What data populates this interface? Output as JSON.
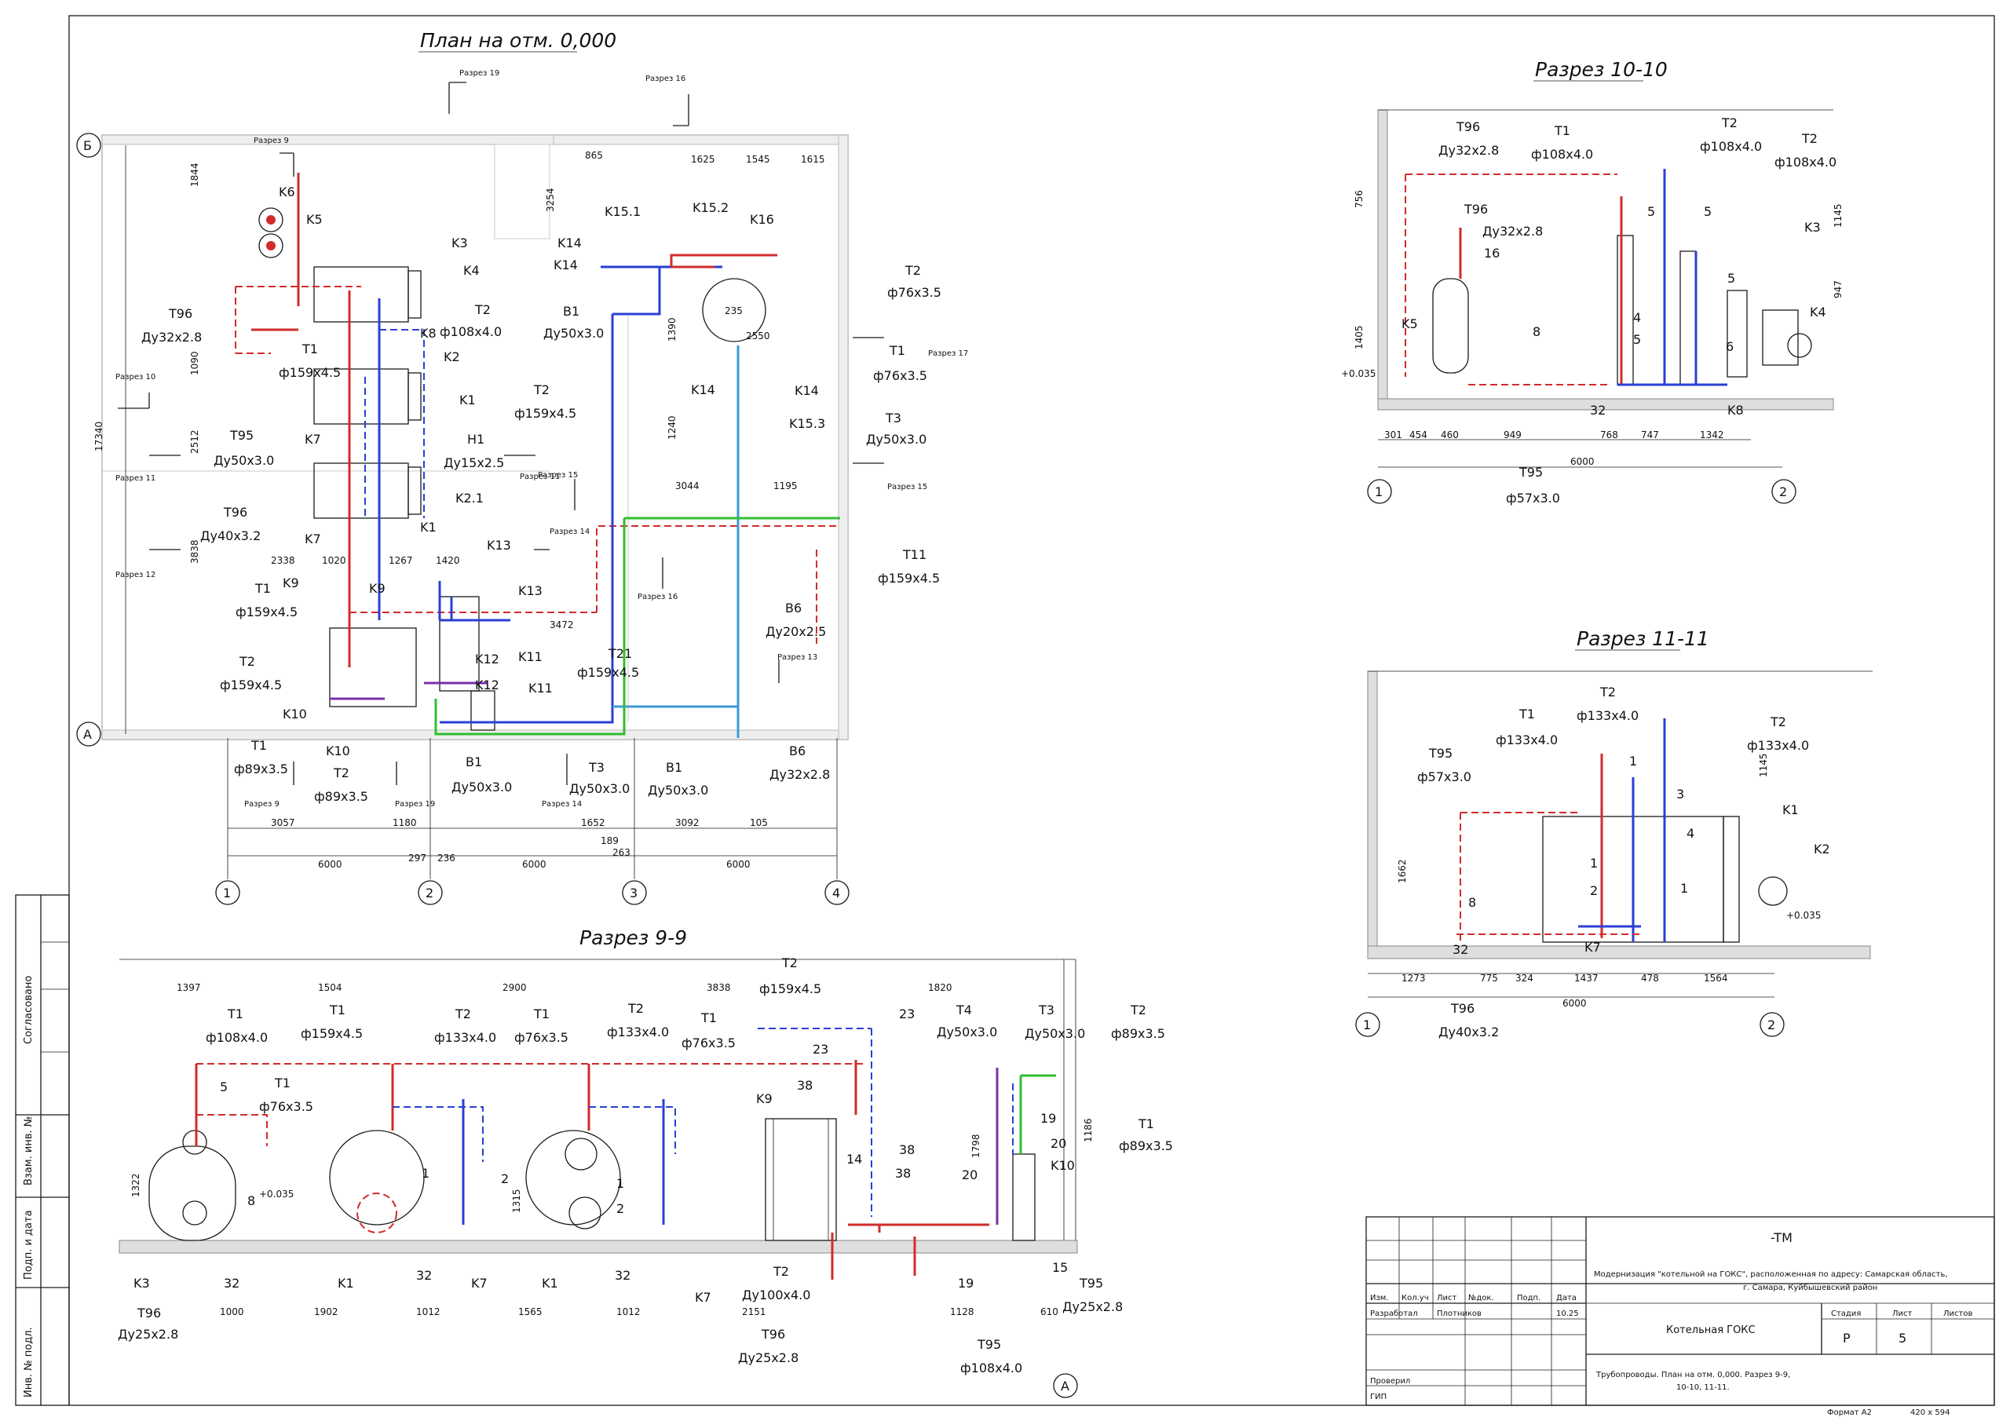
{
  "titles": {
    "plan": "План на отм. 0,000",
    "s1010": "Разрез 10-10",
    "s1111": "Разрез 11-11",
    "s99": "Разрез 9-9"
  },
  "section_marks": {
    "r19": "Разрез 19",
    "r16": "Разрез 16",
    "r9": "Разрез 9",
    "r10": "Разрез 10",
    "r11": "Разрез 11",
    "r12": "Разрез 12",
    "r13": "Разрез 13",
    "r14": "Разрез 14",
    "r15": "Разрез 15",
    "r17": "Разрез 17"
  },
  "axes": {
    "a1": "1",
    "a2": "2",
    "a3": "3",
    "a4": "4",
    "aA": "А",
    "aB": "Б"
  },
  "plan": {
    "K3": "K3",
    "K4": "K4",
    "K5": "K5",
    "K6": "K6",
    "K1": "K1",
    "K2": "K2",
    "K2_1": "K2.1",
    "K7": "K7",
    "K8": "K8",
    "K9": "K9",
    "K10": "K10",
    "K11": "K11",
    "K12": "K12",
    "K13": "K13",
    "K14": "K14",
    "K15_1": "K15.1",
    "K15_2": "K15.2",
    "K15_3": "K15.3",
    "K16": "K16",
    "T96": "T96",
    "du32x28": "Ду32x2.8",
    "T95": "T95",
    "du50x30": "Ду50x3.0",
    "du40x32": "Ду40x3.2",
    "T1": "T1",
    "T2": "T2",
    "T3": "T3",
    "T11": "T11",
    "T21": "T21",
    "B1": "B1",
    "B6": "B6",
    "H1": "H1",
    "f108x40": "ф108x4.0",
    "f159x45": "ф159x4.5",
    "f76x35": "ф76x3.5",
    "f89x35": "ф89x3.5",
    "du15x25": "Ду15x2.5",
    "du20x25": "Ду20x2.5",
    "d6000": "6000",
    "d17340": "17340",
    "d3057": "3057",
    "d3092": "3092",
    "d1652": "1652",
    "d3472": "3472",
    "d2550": "2550",
    "d3044": "3044",
    "d1625": "1625",
    "d1545": "1545",
    "d1615": "1615",
    "d865": "865",
    "d2338": "2338",
    "d1420": "1420",
    "d1267": "1267",
    "d1020": "1020",
    "d3838": "3838",
    "d2512": "2512",
    "d1090": "1090",
    "d1844": "1844",
    "d3254": "3254",
    "d1390": "1390",
    "d1240": "1240",
    "d1180": "1180",
    "d1195": "1195",
    "d105": "105",
    "d297": "297",
    "d236": "236",
    "d263": "263",
    "d189": "189",
    "d235": "235"
  },
  "s1010": {
    "T96": "T96",
    "T1": "T1",
    "T2": "T2",
    "T95": "T95",
    "K3": "K3",
    "K4": "K4",
    "K5": "K5",
    "K8": "K8",
    "du32x28": "Ду32x2.8",
    "f108x40": "ф108x4.0",
    "f57x30": "ф57x3.0",
    "elev": "+0.035",
    "d6000": "6000",
    "d301": "301",
    "d454": "454",
    "d460": "460",
    "d949": "949",
    "d768": "768",
    "d747": "747",
    "d1342": "1342",
    "d1405": "1405",
    "d756": "756",
    "d1145": "1145",
    "d947": "947",
    "n5": "5",
    "n4": "4",
    "n6": "6",
    "n8": "8",
    "n16": "16",
    "n32": "32"
  },
  "s1111": {
    "T1": "T1",
    "T2": "T2",
    "T95": "T95",
    "T96": "T96",
    "K1": "K1",
    "K2": "K2",
    "K7": "K7",
    "f133x40": "ф133x4.0",
    "f57x30": "ф57x3.0",
    "du40x32": "Ду40x3.2",
    "elev": "+0.035",
    "d6000": "6000",
    "d1273": "1273",
    "d775": "775",
    "d324": "324",
    "d1437": "1437",
    "d478": "478",
    "d1564": "1564",
    "d1662": "1662",
    "d1145": "1145",
    "n1": "1",
    "n2": "2",
    "n3": "3",
    "n4": "4",
    "n8": "8",
    "n32": "32"
  },
  "s99": {
    "T1": "T1",
    "T2": "T2",
    "T3": "T3",
    "T4": "T4",
    "T95": "T95",
    "T96": "T96",
    "K1": "K1",
    "K3": "K3",
    "K7": "K7",
    "K9": "K9",
    "K10": "K10",
    "f108x40": "ф108x4.0",
    "f159x45": "ф159x4.5",
    "f133x40": "ф133x4.0",
    "f76x35": "ф76x3.5",
    "f89x35": "ф89x3.5",
    "du50x30": "Ду50x3.0",
    "du25x28": "Ду25x2.8",
    "du100x40": "Ду100x4.0",
    "elev": "+0.035",
    "d1397": "1397",
    "d1504": "1504",
    "d2900": "2900",
    "d3838": "3838",
    "d1820": "1820",
    "d1000": "1000",
    "d1902": "1902",
    "d1012": "1012",
    "d1565": "1565",
    "d2151": "2151",
    "d1128": "1128",
    "d610": "610",
    "d1322": "1322",
    "d1315": "1315",
    "d1798": "1798",
    "d1186": "1186",
    "n1": "1",
    "n2": "2",
    "n5": "5",
    "n8": "8",
    "n14": "14",
    "n15": "15",
    "n19": "19",
    "n20": "20",
    "n23": "23",
    "n32": "32",
    "n38": "38"
  },
  "side_stamp": {
    "soglasovano": "Согласовано",
    "vzam": "Взам. инв. №",
    "podp": "Подп. и дата",
    "inv": "Инв. № подл."
  },
  "title_block": {
    "code": "-TM",
    "object": "Модернизация \"котельной на ГОКС\", расположенная по адресу: Самарская область,",
    "object2": "г. Самара, Куйбышевский район",
    "izm": "Изм.",
    "kol": "Кол.уч",
    "list": "Лист",
    "ndok": "№док.",
    "podp": "Подп.",
    "data": "Дата",
    "razrabotal": "Разработал",
    "name": "Плотников",
    "date": "10.25",
    "proveril": "Проверил",
    "gip": "ГИП",
    "building": "Котельная ГОКС",
    "stadia": "Стадия",
    "list2": "Лист",
    "listov": "Листов",
    "stage_val": "Р",
    "sheet_val": "5",
    "sheet_title": "Трубопроводы.  План на отм. 0,000. Разрез 9-9,",
    "sheet_title2": "10-10, 11-11.",
    "format": "Формат А2",
    "size": "420 x 594"
  }
}
